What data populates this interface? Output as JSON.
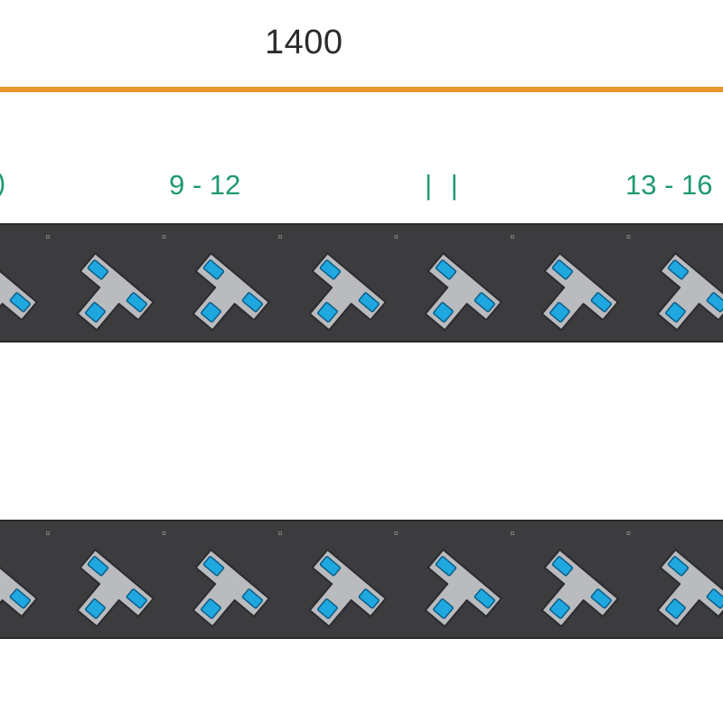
{
  "dimension": {
    "label": "1400",
    "line_color": "#e8962a"
  },
  "groups": [
    {
      "label": "9 - 12"
    },
    {
      "label": "| |"
    },
    {
      "label": "13 - 16"
    }
  ],
  "edge_marker": ")",
  "colors": {
    "strip": "#3c3c3e",
    "socket_body": "#b9bbbf",
    "socket_outline": "#2c2c2e",
    "pin": "#1fa7e0",
    "label_green": "#1e9a6e"
  },
  "strips": [
    {
      "name": "top-strip",
      "socket_count": 7
    },
    {
      "name": "bottom-strip",
      "socket_count": 7
    }
  ],
  "socket_icon": "t-shaped-outlet-icon"
}
